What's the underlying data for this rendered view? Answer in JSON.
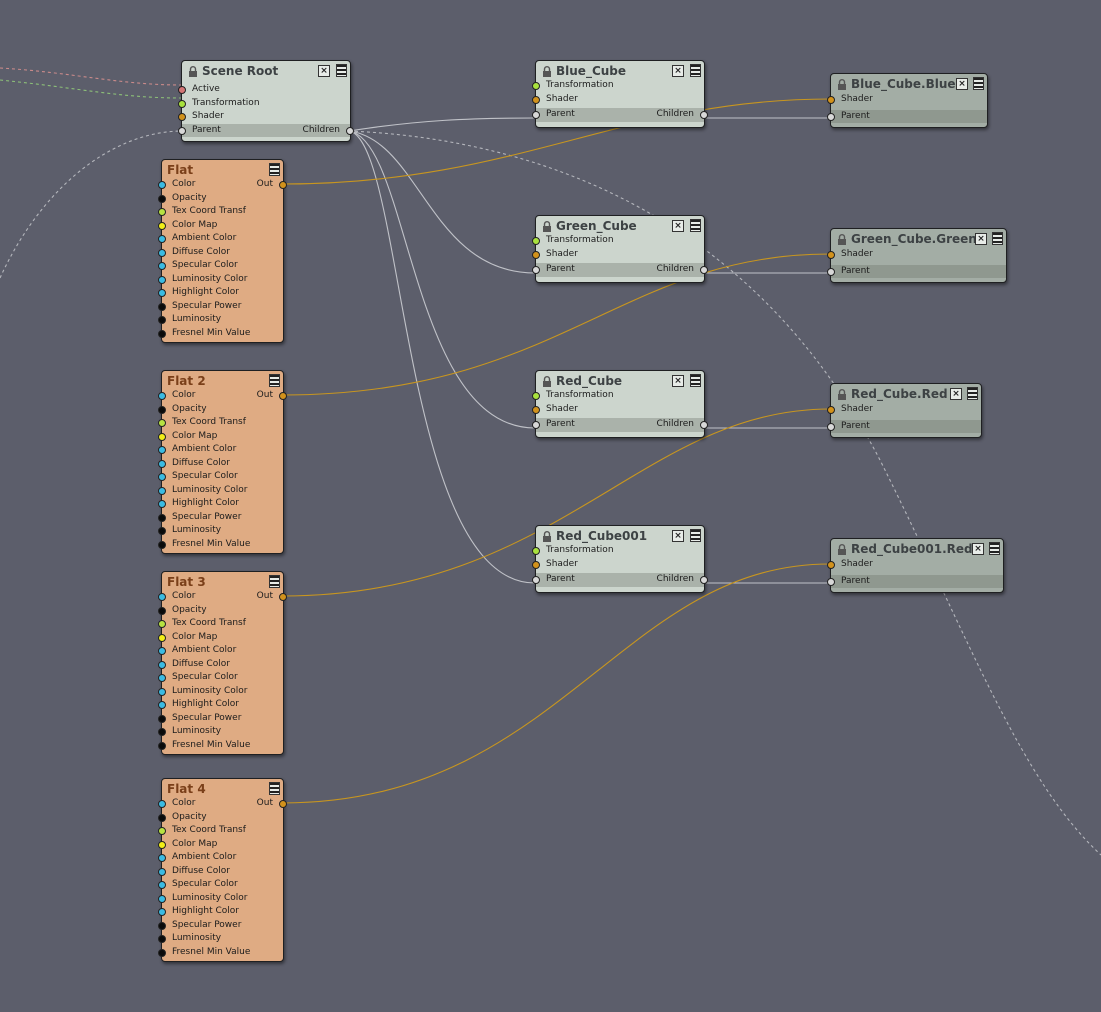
{
  "scene_root": {
    "title": "Scene Root",
    "inputs": [
      "Active",
      "Transformation",
      "Shader"
    ],
    "parent": "Parent",
    "children": "Children"
  },
  "scene_nodes": [
    {
      "title": "Blue_Cube",
      "transformation": "Transformation",
      "shader": "Shader",
      "parent": "Parent",
      "children": "Children"
    },
    {
      "title": "Green_Cube",
      "transformation": "Transformation",
      "shader": "Shader",
      "parent": "Parent",
      "children": "Children"
    },
    {
      "title": "Red_Cube",
      "transformation": "Transformation",
      "shader": "Shader",
      "parent": "Parent",
      "children": "Children"
    },
    {
      "title": "Red_Cube001",
      "transformation": "Transformation",
      "shader": "Shader",
      "parent": "Parent",
      "children": "Children"
    }
  ],
  "output_nodes": [
    {
      "title": "Blue_Cube.Blue",
      "shader": "Shader",
      "parent": "Parent"
    },
    {
      "title": "Green_Cube.Green",
      "shader": "Shader",
      "parent": "Parent"
    },
    {
      "title": "Red_Cube.Red",
      "shader": "Shader",
      "parent": "Parent"
    },
    {
      "title": "Red_Cube001.Red",
      "shader": "Shader",
      "parent": "Parent"
    }
  ],
  "flat_nodes": [
    {
      "title": "Flat",
      "out": "Out"
    },
    {
      "title": "Flat 2",
      "out": "Out"
    },
    {
      "title": "Flat 3",
      "out": "Out"
    },
    {
      "title": "Flat 4",
      "out": "Out"
    }
  ],
  "flat_inputs": [
    "Color",
    "Opacity",
    "Tex Coord Transf",
    "Color Map",
    "Ambient Color",
    "Diffuse Color",
    "Specular Color",
    "Luminosity Color",
    "Highlight Color",
    "Specular Power",
    "Luminosity",
    "Fresnel Min Value"
  ],
  "flat_input_colors": [
    "cyan",
    "black",
    "lime",
    "yellow",
    "cyan",
    "cyan",
    "cyan",
    "cyan",
    "cyan",
    "black",
    "black",
    "black"
  ],
  "icons": {
    "lock": "lock-icon",
    "close": "close-icon",
    "menu": "menu-icon"
  },
  "colors": {
    "background": "#5c5e6b",
    "scene_node": "#ccd5cd",
    "output_node": "#a3ada5",
    "flat_node": "#dfab83",
    "shader_wire": "#c8961f",
    "hierarchy_wire": "#c0c2c8"
  }
}
